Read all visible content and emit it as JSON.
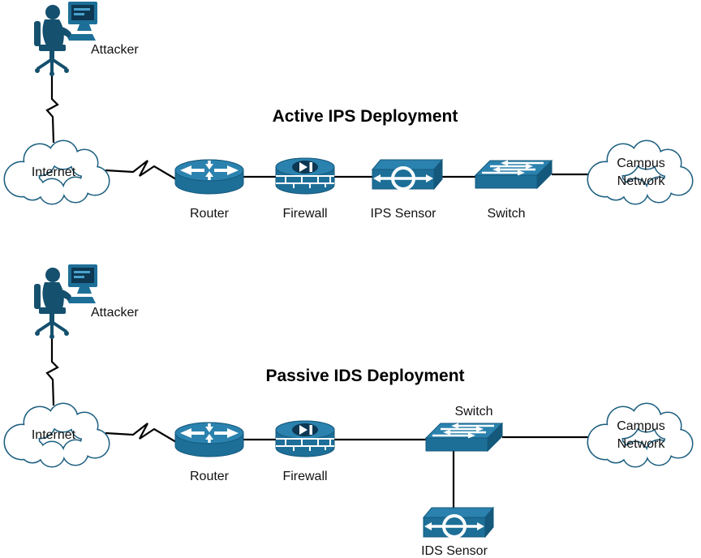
{
  "colors": {
    "device": "#1d6f98",
    "device_top": "#2b82ae",
    "device_side": "#14587c",
    "device_dark": "#0d3752",
    "person": "#15506e",
    "screen_line": "#4aa3cc",
    "cloud_stroke": "#1c5f80",
    "cloud_fill": "#ffffff",
    "line": "#000000",
    "label": "#111111"
  },
  "sections": [
    {
      "title": "Active IPS Deployment",
      "attacker_label": "Attacker",
      "internet_label": "Internet",
      "router_label": "Router",
      "firewall_label": "Firewall",
      "sensor_label": "IPS Sensor",
      "switch_label": "Switch",
      "campus_label_line1": "Campus",
      "campus_label_line2": "Network"
    },
    {
      "title": "Passive IDS Deployment",
      "attacker_label": "Attacker",
      "internet_label": "Internet",
      "router_label": "Router",
      "firewall_label": "Firewall",
      "sensor_label": "IDS Sensor",
      "switch_label": "Switch",
      "campus_label_line1": "Campus",
      "campus_label_line2": "Network"
    }
  ]
}
